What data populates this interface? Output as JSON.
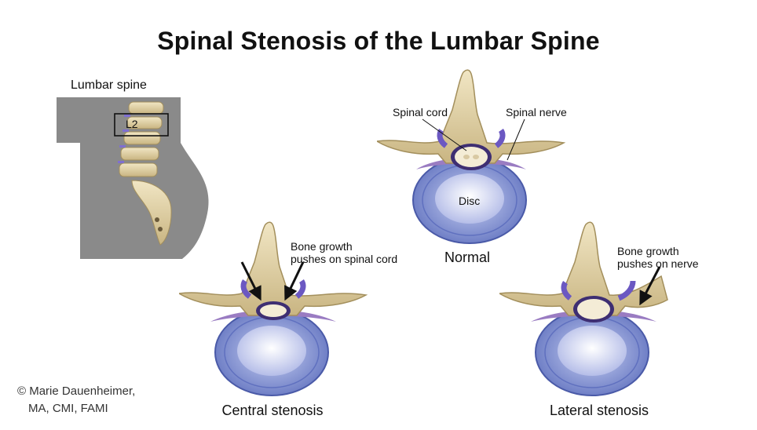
{
  "title": "Spinal Stenosis of the Lumbar Spine",
  "inset": {
    "label": "Lumbar spine",
    "level": "L2"
  },
  "normal": {
    "caption": "Normal",
    "spinal_cord": "Spinal cord",
    "spinal_nerve": "Spinal nerve",
    "disc": "Disc"
  },
  "central": {
    "caption": "Central stenosis",
    "note_line1": "Bone growth",
    "note_line2": "pushes on spinal cord"
  },
  "lateral": {
    "caption": "Lateral stenosis",
    "note_line1": "Bone growth",
    "note_line2": "pushes on nerve"
  },
  "credit": {
    "line1": "© Marie Dauenheimer,",
    "line2": "MA, CMI, FAMI"
  },
  "colors": {
    "bone": "#e6d7ac",
    "disc": "#8ea0d8",
    "nucleus": "#dfe4f8",
    "ligament": "#8f6fb6",
    "body": "#8c8c8c"
  }
}
